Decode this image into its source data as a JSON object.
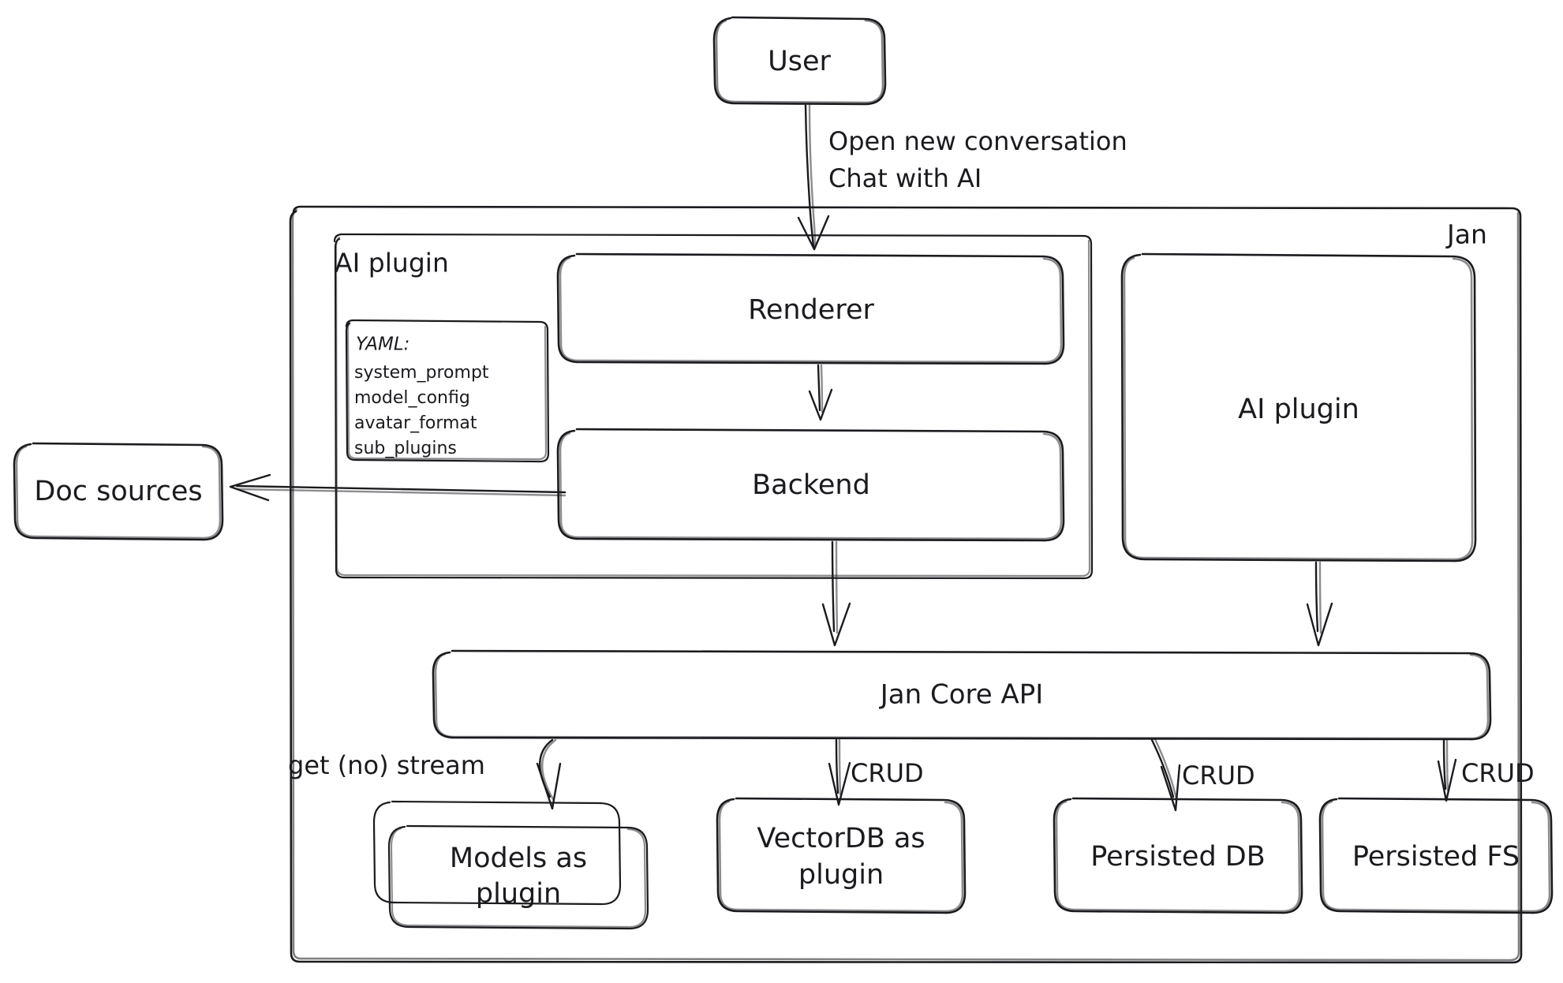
{
  "diagram": {
    "title": "Jan architecture",
    "style": "hand-drawn",
    "stroke_color": "#1b1b1f",
    "background_color": "#ffffff"
  },
  "nodes": {
    "user": "User",
    "doc_sources": "Doc sources",
    "renderer": "Renderer",
    "backend": "Backend",
    "ai_plugin_right": "AI plugin",
    "jan_core_api": "Jan Core API",
    "models_plugin": "Models as plugin",
    "vectordb_plugin": "VectorDB as plugin",
    "persisted_db": "Persisted DB",
    "persisted_fs": "Persisted FS"
  },
  "groups": {
    "jan": "Jan",
    "ai_plugin": "AI plugin"
  },
  "yaml_note": {
    "header": "YAML:",
    "items": [
      "system_prompt",
      "model_config",
      "avatar_format",
      "sub_plugins"
    ]
  },
  "edge_labels": {
    "user_to_renderer_line1": "Open new conversation",
    "user_to_renderer_line2": "Chat with AI",
    "core_to_models": "get (no) stream",
    "core_to_vectordb": "CRUD",
    "core_to_persisted_db": "CRUD",
    "core_to_persisted_fs": "CRUD"
  }
}
